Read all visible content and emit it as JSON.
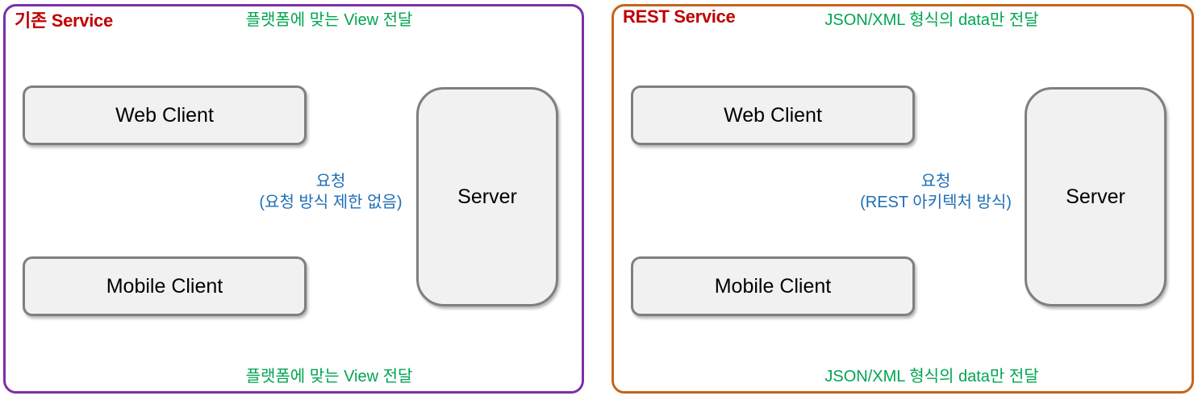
{
  "diagram": {
    "title_text_color": "#C00000",
    "green": "#00A551",
    "blue": "#1F6FB5",
    "node_fill": "#F1F1F1",
    "node_stroke": "#7F7F7F"
  },
  "panels": [
    {
      "id": "legacy",
      "title": "기존 Service",
      "border_color": "#7B2FA8",
      "nodes": {
        "web_client": "Web Client",
        "mobile_client": "Mobile Client",
        "server": "Server"
      },
      "labels": {
        "response_top": "플랫폼에 맞는 View 전달",
        "response_bottom": "플랫폼에 맞는 View 전달",
        "request_line1": "요청",
        "request_line2": "(요청 방식 제한 없음)"
      }
    },
    {
      "id": "rest",
      "title": "REST Service",
      "border_color": "#C4651B",
      "nodes": {
        "web_client": "Web Client",
        "mobile_client": "Mobile Client",
        "server": "Server"
      },
      "labels": {
        "response_top": "JSON/XML 형식의 data만 전달",
        "response_bottom": "JSON/XML 형식의 data만 전달",
        "request_line1": "요청",
        "request_line2": "(REST 아키텍처 방식)"
      }
    }
  ]
}
